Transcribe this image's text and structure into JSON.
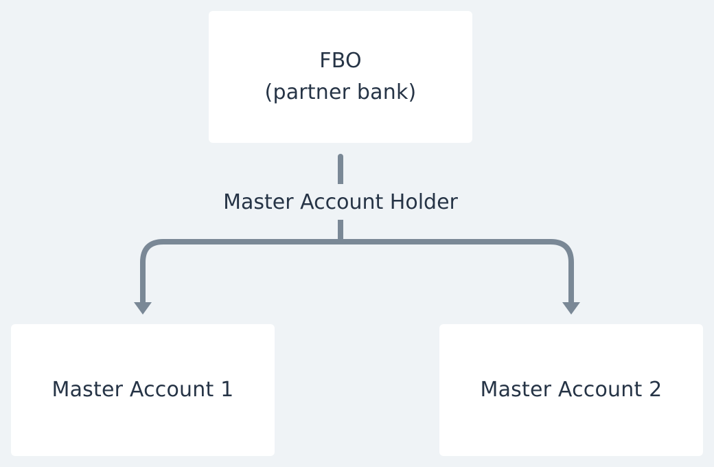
{
  "diagram": {
    "root": {
      "line1": "FBO",
      "line2": "(partner bank)"
    },
    "edge_label": "Master Account Holder",
    "children": [
      {
        "label": "Master Account 1"
      },
      {
        "label": "Master Account 2"
      }
    ],
    "colors": {
      "background": "#eff3f6",
      "node_fill": "#ffffff",
      "text": "#263446",
      "connector": "#7a8896"
    }
  }
}
